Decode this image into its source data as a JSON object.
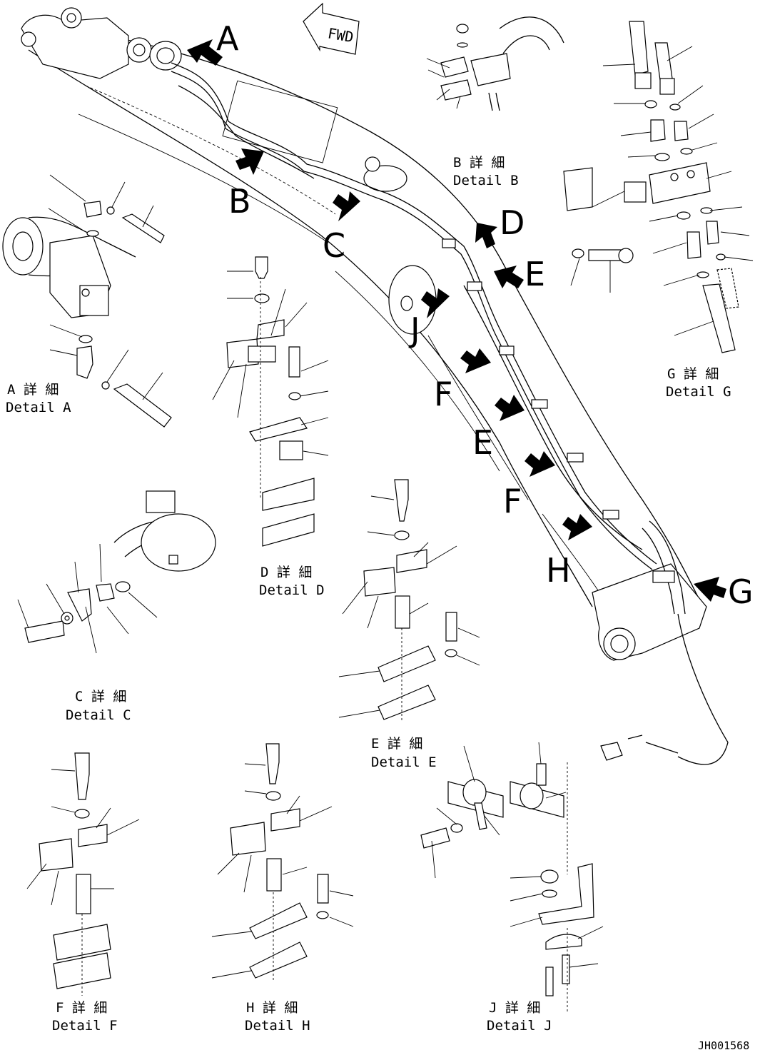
{
  "fwd_label": "FWD",
  "callouts": {
    "A": "A",
    "B": "B",
    "C": "C",
    "D": "D",
    "E1": "E",
    "E2": "E",
    "F1": "F",
    "F2": "F",
    "G": "G",
    "H": "H",
    "J": "J"
  },
  "details": {
    "A": {
      "jp": "A 詳 細",
      "en": "Detail A"
    },
    "B": {
      "jp": "B 詳 細",
      "en": "Detail B"
    },
    "C": {
      "jp": "C 詳 細",
      "en": "Detail C"
    },
    "D": {
      "jp": "D 詳 細",
      "en": "Detail D"
    },
    "E": {
      "jp": "E 詳 細",
      "en": "Detail E"
    },
    "F": {
      "jp": "F 詳 細",
      "en": "Detail F"
    },
    "G": {
      "jp": "G 詳 細",
      "en": "Detail G"
    },
    "H": {
      "jp": "H 詳 細",
      "en": "Detail H"
    },
    "J": {
      "jp": "J 詳 細",
      "en": "Detail J"
    }
  },
  "drawing_id": "JH001568"
}
